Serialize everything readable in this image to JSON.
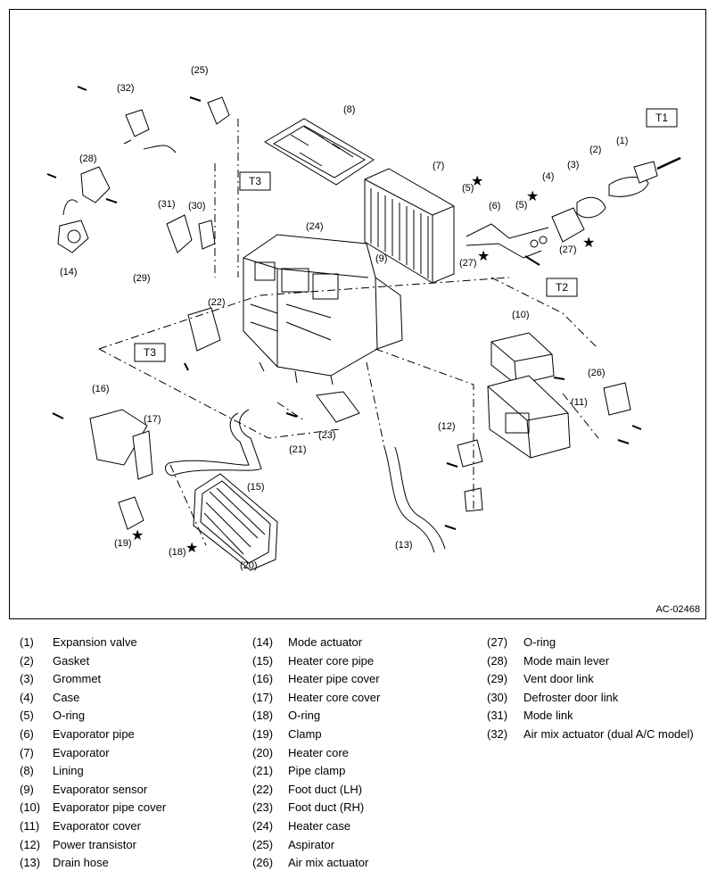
{
  "diagram": {
    "code": "AC-02468",
    "star": "★",
    "callouts": [
      {
        "id": "c1",
        "text": "(1)"
      },
      {
        "id": "c2",
        "text": "(2)"
      },
      {
        "id": "c3",
        "text": "(3)"
      },
      {
        "id": "c4",
        "text": "(4)"
      },
      {
        "id": "c5a",
        "text": "(5)"
      },
      {
        "id": "c5b",
        "text": "(5)"
      },
      {
        "id": "c6",
        "text": "(6)"
      },
      {
        "id": "c7",
        "text": "(7)"
      },
      {
        "id": "c8",
        "text": "(8)"
      },
      {
        "id": "c9",
        "text": "(9)"
      },
      {
        "id": "c10",
        "text": "(10)"
      },
      {
        "id": "c11",
        "text": "(11)"
      },
      {
        "id": "c12",
        "text": "(12)"
      },
      {
        "id": "c13",
        "text": "(13)"
      },
      {
        "id": "c14",
        "text": "(14)"
      },
      {
        "id": "c15",
        "text": "(15)"
      },
      {
        "id": "c16",
        "text": "(16)"
      },
      {
        "id": "c17",
        "text": "(17)"
      },
      {
        "id": "c18",
        "text": "(18)"
      },
      {
        "id": "c19",
        "text": "(19)"
      },
      {
        "id": "c20",
        "text": "(20)"
      },
      {
        "id": "c21",
        "text": "(21)"
      },
      {
        "id": "c22",
        "text": "(22)"
      },
      {
        "id": "c23",
        "text": "(23)"
      },
      {
        "id": "c24",
        "text": "(24)"
      },
      {
        "id": "c25",
        "text": "(25)"
      },
      {
        "id": "c26",
        "text": "(26)"
      },
      {
        "id": "c27a",
        "text": "(27)"
      },
      {
        "id": "c27b",
        "text": "(27)"
      },
      {
        "id": "c28",
        "text": "(28)"
      },
      {
        "id": "c29",
        "text": "(29)"
      },
      {
        "id": "c30",
        "text": "(30)"
      },
      {
        "id": "c31",
        "text": "(31)"
      },
      {
        "id": "c32",
        "text": "(32)"
      }
    ],
    "torque_tags": [
      {
        "id": "t1",
        "text": "T1"
      },
      {
        "id": "t2",
        "text": "T2"
      },
      {
        "id": "t3a",
        "text": "T3"
      },
      {
        "id": "t3b",
        "text": "T3"
      }
    ]
  },
  "legend": [
    [
      {
        "num": "(1)",
        "label": "Expansion valve"
      },
      {
        "num": "(2)",
        "label": "Gasket"
      },
      {
        "num": "(3)",
        "label": "Grommet"
      },
      {
        "num": "(4)",
        "label": "Case"
      },
      {
        "num": "(5)",
        "label": "O-ring"
      },
      {
        "num": "(6)",
        "label": "Evaporator pipe"
      },
      {
        "num": "(7)",
        "label": "Evaporator"
      },
      {
        "num": "(8)",
        "label": "Lining"
      },
      {
        "num": "(9)",
        "label": "Evaporator sensor"
      },
      {
        "num": "(10)",
        "label": "Evaporator pipe cover"
      },
      {
        "num": "(11)",
        "label": "Evaporator cover"
      },
      {
        "num": "(12)",
        "label": "Power transistor"
      },
      {
        "num": "(13)",
        "label": "Drain hose"
      }
    ],
    [
      {
        "num": "(14)",
        "label": "Mode actuator"
      },
      {
        "num": "(15)",
        "label": "Heater core pipe"
      },
      {
        "num": "(16)",
        "label": "Heater pipe cover"
      },
      {
        "num": "(17)",
        "label": "Heater core cover"
      },
      {
        "num": "(18)",
        "label": "O-ring"
      },
      {
        "num": "(19)",
        "label": "Clamp"
      },
      {
        "num": "(20)",
        "label": "Heater core"
      },
      {
        "num": "(21)",
        "label": "Pipe clamp"
      },
      {
        "num": "(22)",
        "label": "Foot duct (LH)"
      },
      {
        "num": "(23)",
        "label": "Foot duct (RH)"
      },
      {
        "num": "(24)",
        "label": "Heater case"
      },
      {
        "num": "(25)",
        "label": "Aspirator"
      },
      {
        "num": "(26)",
        "label": "Air mix actuator"
      }
    ],
    [
      {
        "num": "(27)",
        "label": "O-ring"
      },
      {
        "num": "(28)",
        "label": "Mode main lever"
      },
      {
        "num": "(29)",
        "label": "Vent door link"
      },
      {
        "num": "(30)",
        "label": "Defroster door link"
      },
      {
        "num": "(31)",
        "label": "Mode link"
      },
      {
        "num": "(32)",
        "label": "Air mix actuator (dual A/C model)"
      }
    ]
  ]
}
